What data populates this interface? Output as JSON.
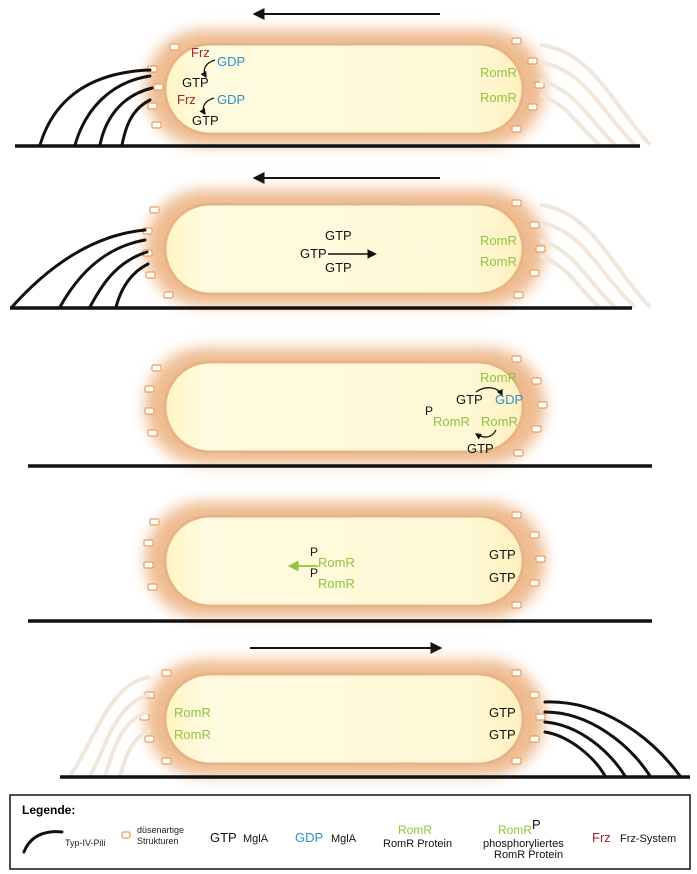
{
  "colors": {
    "gtp": "#111111",
    "gdp": "#2f8fc9",
    "romr": "#8cc63f",
    "frz": "#9b2335",
    "cell_fill": "#fff6c8",
    "cell_glow": "#e8a36a",
    "nozzle": "#f4b78a",
    "pili": "#111111",
    "retracted_pili": "#f2ece6"
  },
  "panels": [
    {
      "id": "stage-1",
      "arrow": "left",
      "labels": [
        "Frz",
        "GDP",
        "GTP",
        "Frz",
        "GDP",
        "GTP",
        "RomR",
        "RomR"
      ]
    },
    {
      "id": "stage-2",
      "arrow": "left",
      "labels": [
        "GTP",
        "GTP",
        "GTP",
        "RomR",
        "RomR"
      ]
    },
    {
      "id": "stage-3",
      "arrow": "none",
      "labels": [
        "RomR",
        "GTP",
        "GDP",
        "P",
        "RomR",
        "RomR",
        "GTP"
      ]
    },
    {
      "id": "stage-4",
      "arrow": "none",
      "labels": [
        "P",
        "RomR",
        "P",
        "RomR",
        "GTP",
        "GTP"
      ]
    },
    {
      "id": "stage-5",
      "arrow": "right",
      "labels": [
        "RomR",
        "RomR",
        "GTP",
        "GTP"
      ]
    }
  ],
  "legend": {
    "title": "Legende:",
    "pili_label": "Typ-IV-Pili",
    "nozzle_label_1": "düsenartige",
    "nozzle_label_2": "Strukturen",
    "gtp_key": "GTP",
    "gtp_text": "MglA",
    "gdp_key": "GDP",
    "gdp_text": "MglA",
    "romr_key": "RomR",
    "romr_text": "RomR Protein",
    "romrp_key": "RomR",
    "romrp_p": "P",
    "romrp_text_1": "phosphoryliertes",
    "romrp_text_2": "RomR Protein",
    "frz_key": "Frz",
    "frz_text": "Frz-System"
  }
}
